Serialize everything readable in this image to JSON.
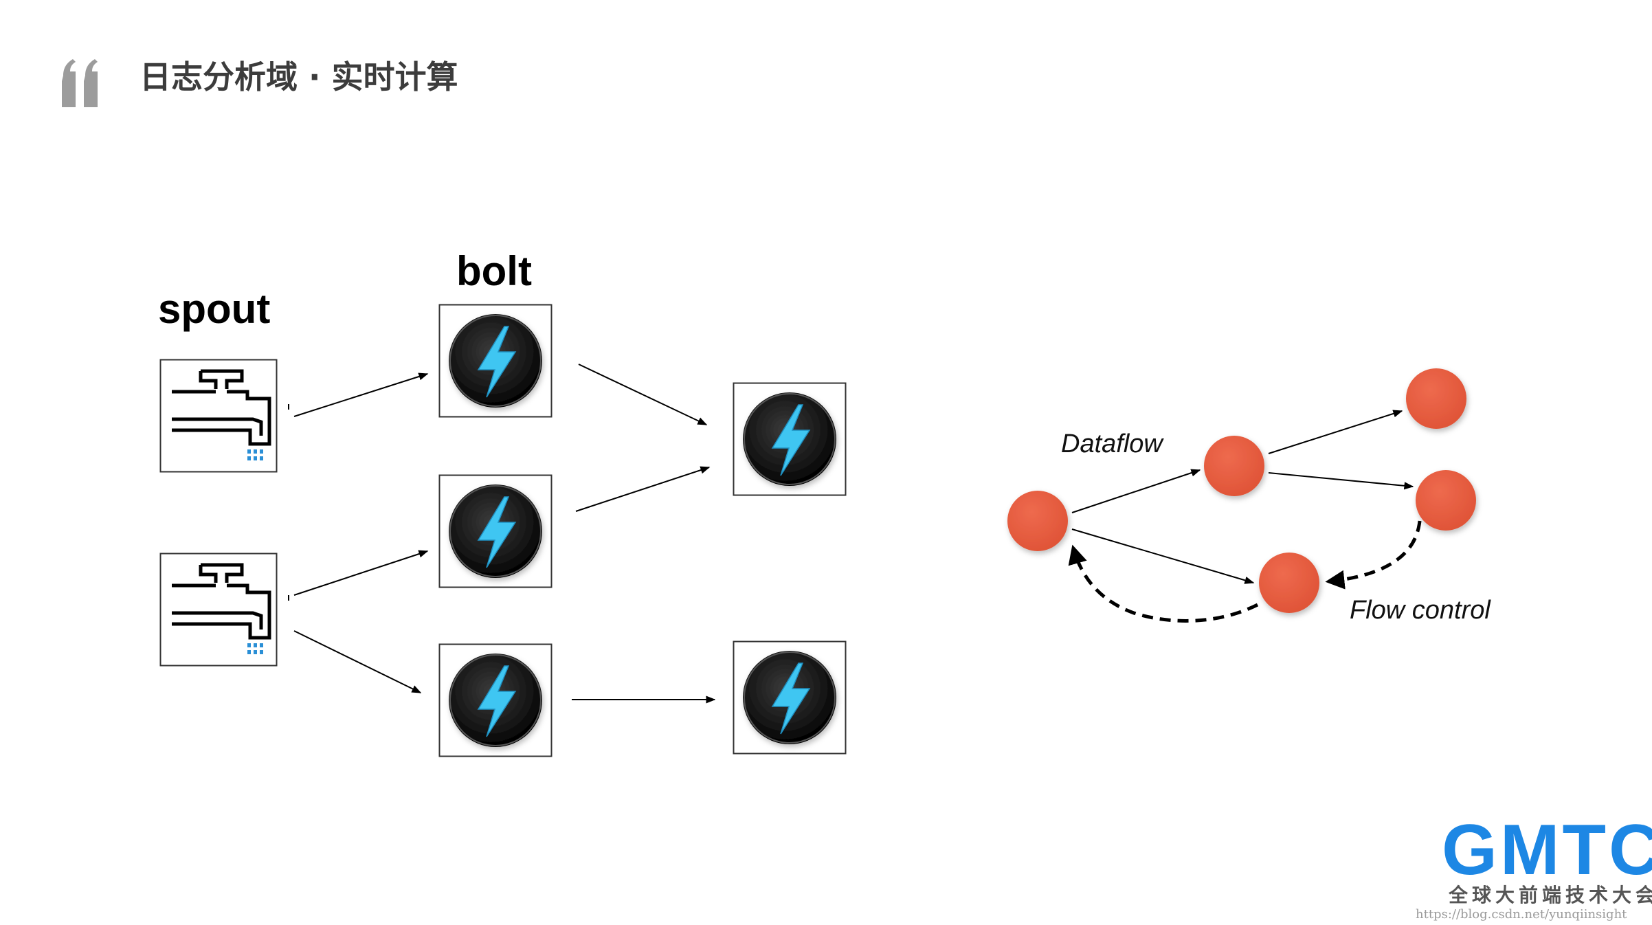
{
  "header": {
    "title": "日志分析域 · 实时计算"
  },
  "topology": {
    "spout_label": "spout",
    "bolt_label": "bolt"
  },
  "flow": {
    "dataflow_label": "Dataflow",
    "flowcontrol_label": "Flow control"
  },
  "logo": {
    "name": "GMTC",
    "subtitle": "全球大前端技术大会"
  },
  "watermark": "https://blog.csdn.net/yunqiinsight",
  "colors": {
    "node": "#e85a3e",
    "logo": "#1d87e4",
    "bolt_icon": "#3fc6f2",
    "quote": "#9c9c9c",
    "title": "#3c3c3c"
  }
}
